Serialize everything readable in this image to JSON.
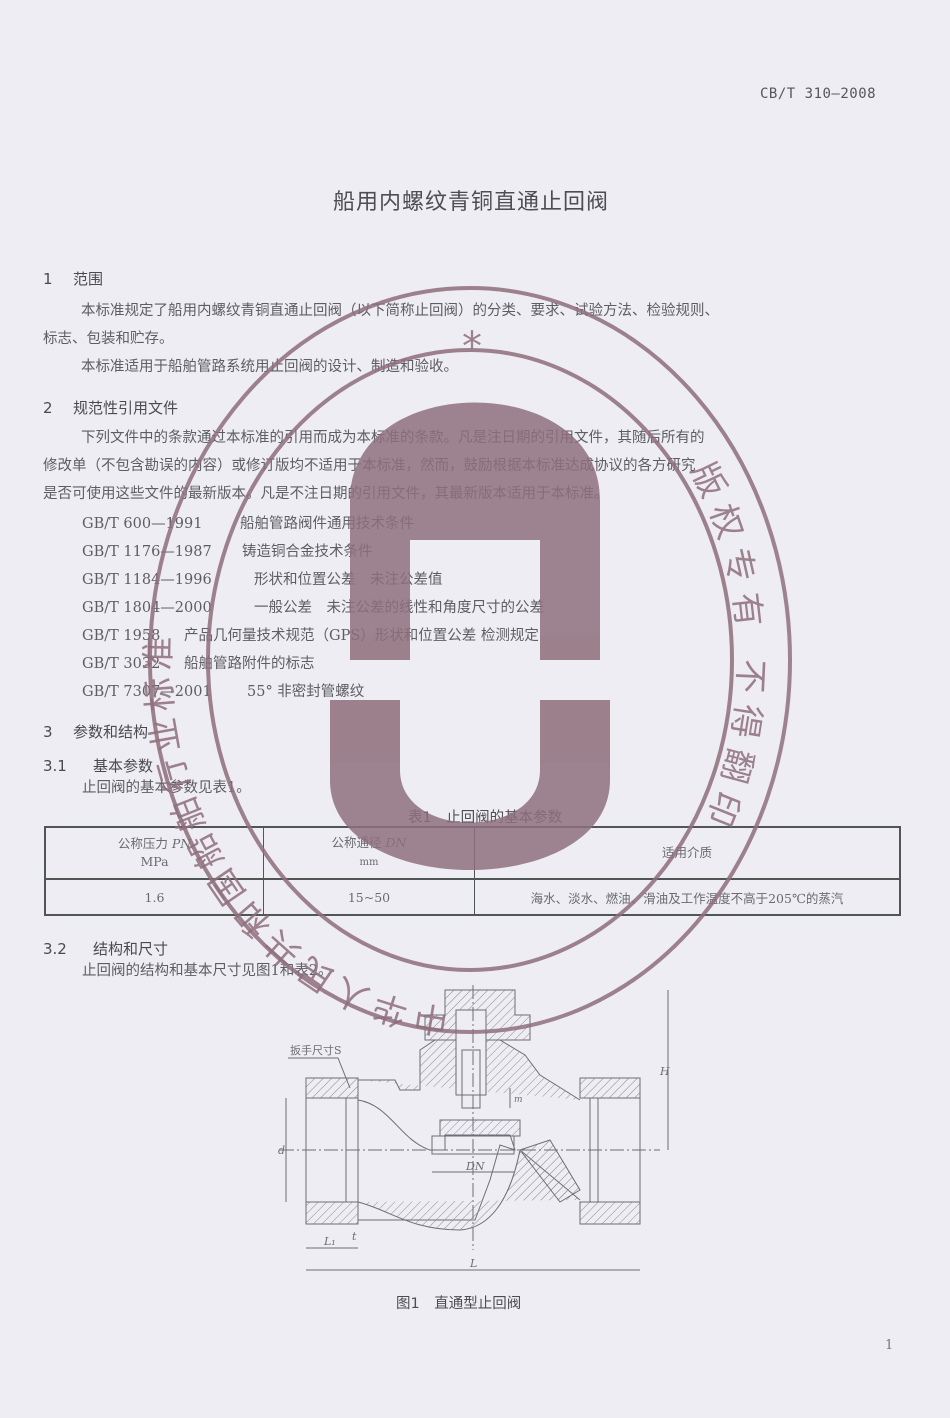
{
  "header": {
    "standard_code": "CB/T 310—2008"
  },
  "title": "船用内螺纹青铜直通止回阀",
  "sections": {
    "s1": {
      "number": "1",
      "heading": "范围",
      "paragraphs": [
        "本标准规定了船用内螺纹青铜直通止回阀（以下简称止回阀）的分类、要求、试验方法、检验规则、",
        "标志、包装和贮存。",
        "本标准适用于船舶管路系统用止回阀的设计、制造和验收。"
      ]
    },
    "s2": {
      "number": "2",
      "heading": "规范性引用文件",
      "paragraphs": [
        "下列文件中的条款通过本标准的引用而成为本标准的条款。凡是注日期的引用文件，其随后所有的",
        "修改单（不包含勘误的内容）或修订版均不适用于本标准，然而，鼓励根据本标准达成协议的各方研究",
        "是否可使用这些文件的最新版本。凡是不注日期的引用文件，其最新版本适用于本标准。"
      ],
      "references": [
        {
          "code": "GB/T 600—1991",
          "title": "船舶管路阀件通用技术条件"
        },
        {
          "code": "GB/T 1176—1987",
          "title": "铸造铜合金技术条件"
        },
        {
          "code": "GB/T 1184—1996",
          "title": "形状和位置公差　未注公差值"
        },
        {
          "code": "GB/T 1804—2000",
          "title": "一般公差　未注公差的线性和角度尺寸的公差"
        },
        {
          "code": "GB/T 1958",
          "title": "产品几何量技术规范（GPS）形状和位置公差 检测规定"
        },
        {
          "code": "GB/T 3032",
          "title": "船舶管路附件的标志"
        },
        {
          "code": "GB/T 7307—2001",
          "title": "55° 非密封管螺纹"
        }
      ]
    },
    "s3": {
      "number": "3",
      "heading": "参数和结构",
      "s3_1": {
        "number": "3.1",
        "heading": "基本参数",
        "text": "止回阀的基本参数见表1。"
      },
      "table1": {
        "caption": "表1　止回阀的基本参数",
        "headers": [
          {
            "label": "公称压力",
            "symbol": "PN",
            "unit": "MPa"
          },
          {
            "label": "公称通径",
            "symbol": "DN",
            "unit": "mm"
          },
          {
            "label": "适用介质",
            "symbol": "",
            "unit": ""
          }
        ],
        "rows": [
          [
            "1.6",
            "15~50",
            "海水、淡水、燃油、滑油及工作温度不高于205℃的蒸汽"
          ]
        ]
      },
      "s3_2": {
        "number": "3.2",
        "heading": "结构和尺寸",
        "text": "止回阀的结构和基本尺寸见图1和表2。"
      }
    }
  },
  "figure1": {
    "caption": "图1　直通型止回阀",
    "labels": {
      "wrench": "扳手尺寸S",
      "d": "d",
      "H": "H",
      "m": "m",
      "DN": "DN",
      "L": "L",
      "L1": "L₁",
      "t": "t"
    }
  },
  "stamp": {
    "outer_text_left": "中华人民共和国船舶行业标准",
    "outer_text_right": "版权专有 不得翻印",
    "star": "*",
    "logo": "CB",
    "color": "#8e6f7c"
  },
  "page_number": "1"
}
